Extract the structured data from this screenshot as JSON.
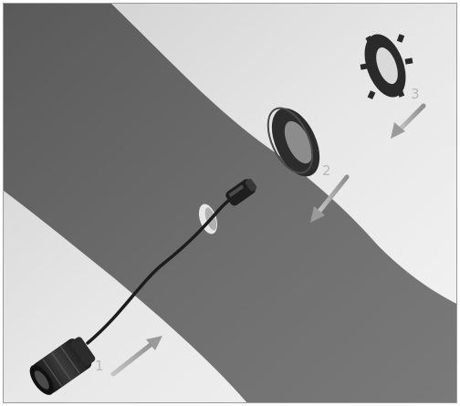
{
  "diagram": {
    "steps": [
      {
        "label": "1",
        "component": "sensor-body-with-cable"
      },
      {
        "label": "2",
        "component": "rubber-seal-ring"
      },
      {
        "label": "3",
        "component": "lock-nut"
      }
    ],
    "colors": {
      "background_light": "#ececec",
      "bumper_panel": "#6e6e6e",
      "component_dark": "#2a2a2a",
      "arrow_fill": "#a8a8a8",
      "label_text": "#b8b8b8"
    },
    "icons": [
      "sensor-icon",
      "seal-ring-icon",
      "lock-nut-icon",
      "arrow-icon"
    ]
  }
}
